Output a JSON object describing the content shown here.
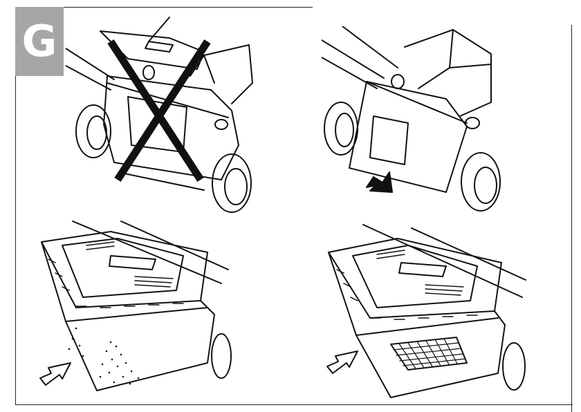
{
  "section": {
    "letter": "G",
    "badge_color": "#a6a6a6"
  },
  "panels": [
    {
      "id": "catcher-wrong",
      "icon": "cross-mark-icon"
    },
    {
      "id": "catcher-correct",
      "icon": "arrow-push-icon"
    },
    {
      "id": "catcher-full",
      "icon": "arrow-outline-icon"
    },
    {
      "id": "catcher-empty",
      "icon": "arrow-outline-icon"
    }
  ]
}
